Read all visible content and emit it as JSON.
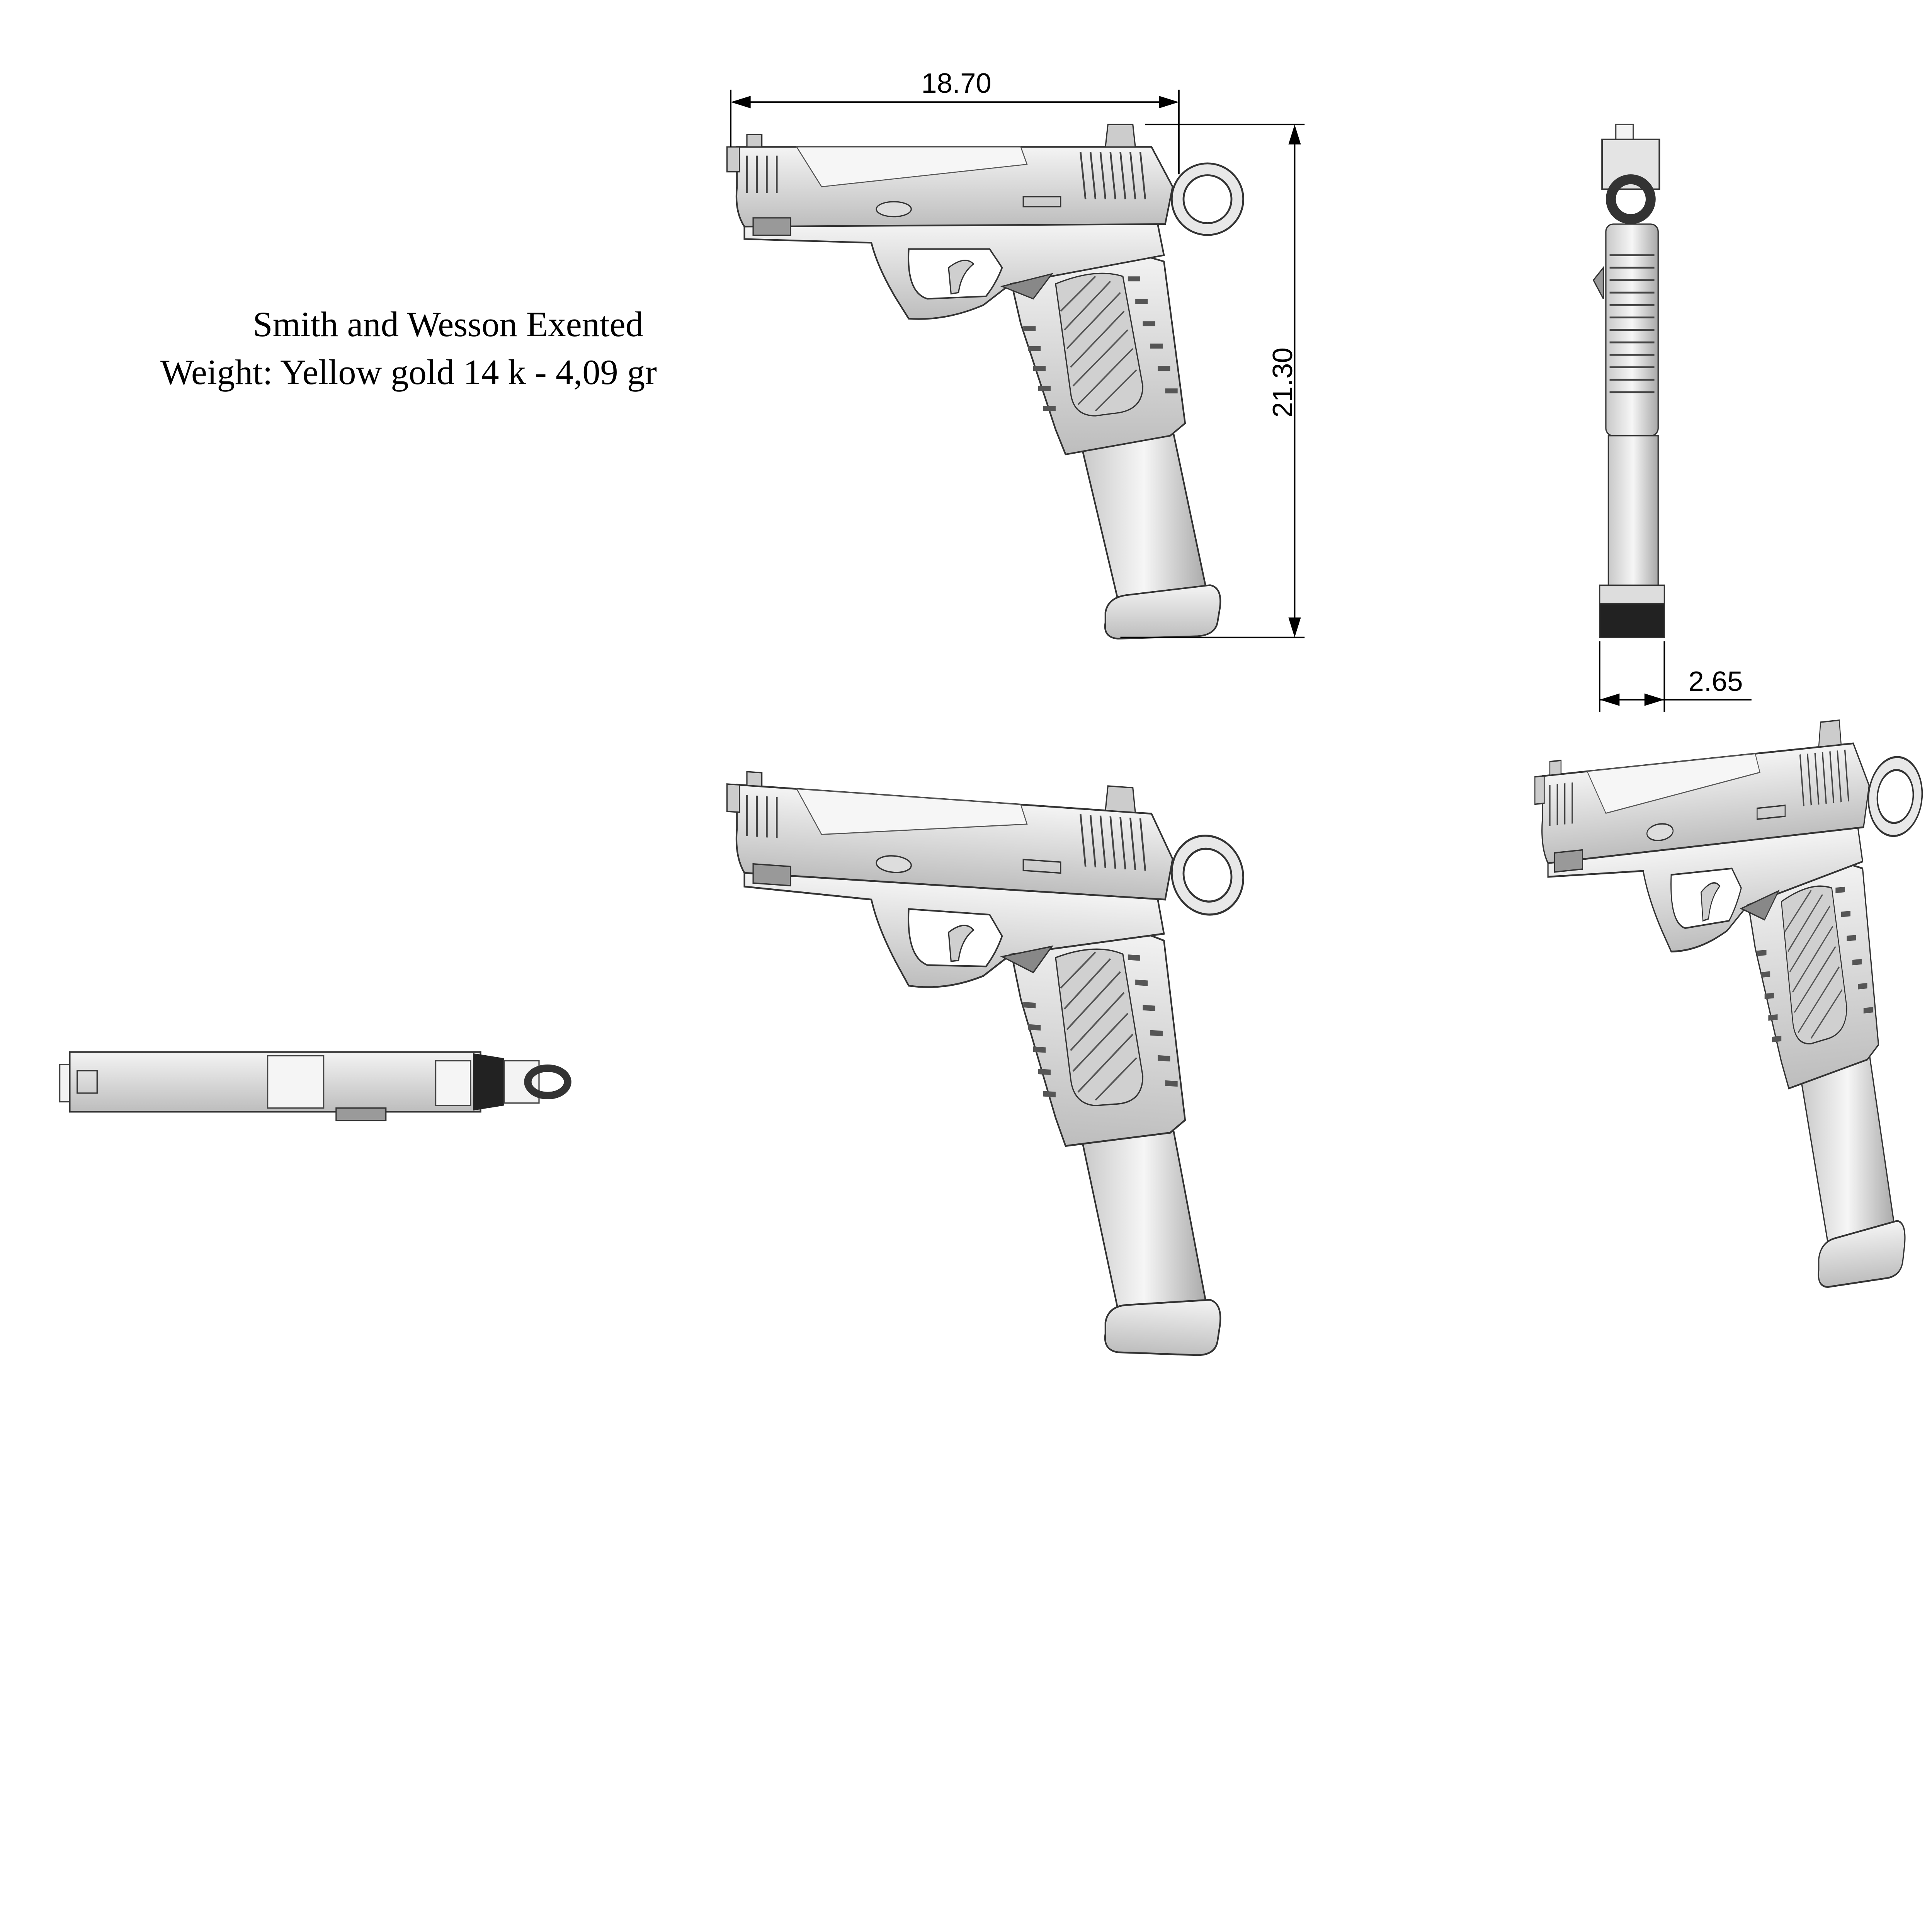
{
  "title": {
    "line1": "Smith and Wesson Exented",
    "line2": "Weight: Yellow gold 14 k - 4,09 gr"
  },
  "dimensions": {
    "length": "18.70",
    "height": "21.30",
    "width": "2.65"
  },
  "colors": {
    "model": "#e4e4e4",
    "lines": "#000000",
    "background": "#ffffff"
  }
}
